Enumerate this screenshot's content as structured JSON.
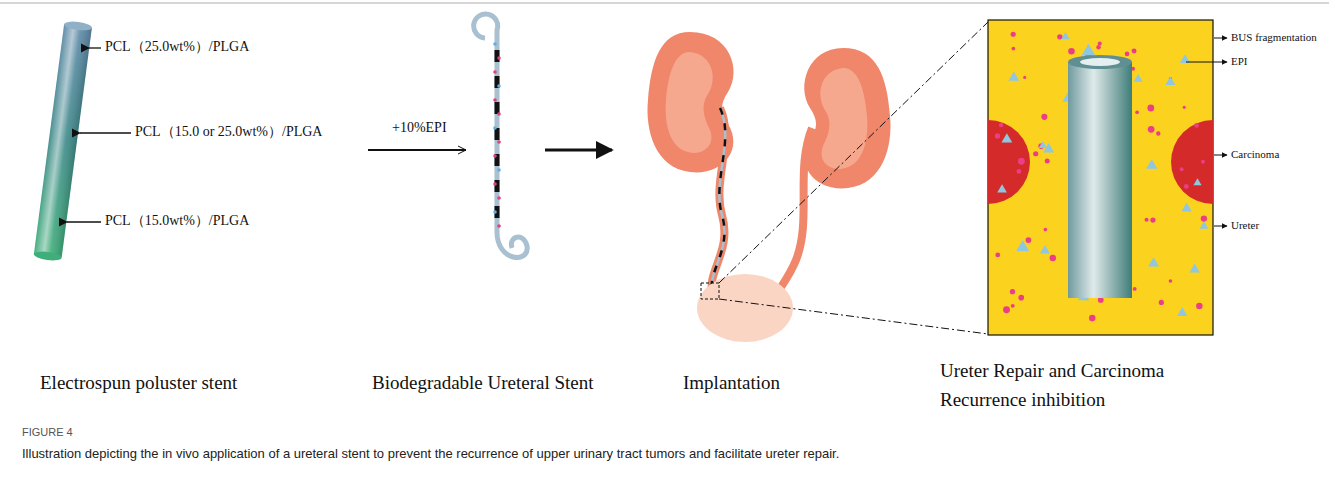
{
  "diagram": {
    "caption": "Illustration depicting the in vivo application of a ureteral stent to prevent the recurrence of upper urinary tract tumors and facilitate ureter repair.",
    "labels": [
      "PCL（25.0wt%）/PLGA",
      "PCL（15.0 or 25.0wt%）/PLGA",
      "PCL（15.0wt%）/PLGA",
      "+10%EPI",
      "Electrospun poluster stent",
      "Biodegradable Ureteral Stent",
      "Implantation",
      "Ureter Repair and Carcinoma Recurrence inhibition",
      "BUS fragmentation",
      "EPI",
      "Carcinoma",
      "Ureter",
      "FIGURE 4"
    ]
  }
}
